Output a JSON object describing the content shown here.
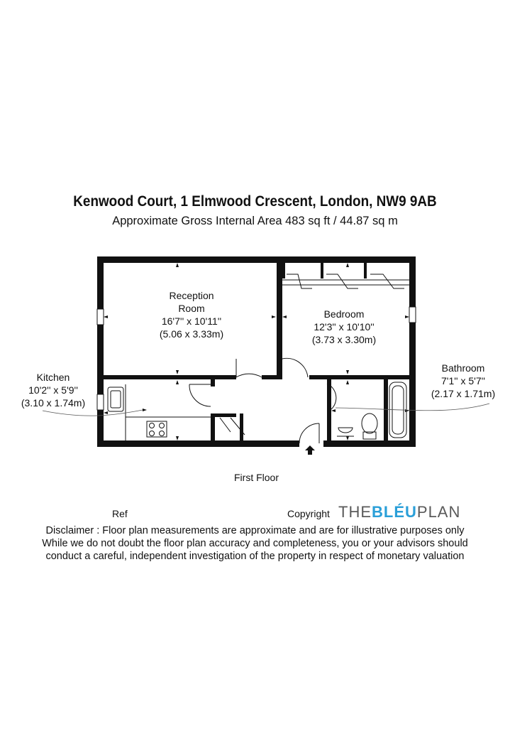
{
  "header": {
    "title": "Kenwood Court, 1 Elmwood Crescent, London, NW9 9AB",
    "subtitle": "Approximate Gross Internal Area 483 sq ft / 44.87 sq m"
  },
  "rooms": {
    "reception": {
      "line1": "Reception",
      "line2": "Room",
      "imperial": "16'7'' x 10'11''",
      "metric": "(5.06 x 3.33m)"
    },
    "bedroom": {
      "line1": "Bedroom",
      "imperial": "12'3'' x 10'10''",
      "metric": "(3.73 x 3.30m)"
    },
    "kitchen": {
      "line1": "Kitchen",
      "imperial": "10'2'' x 5'9''",
      "metric": "(3.10 x 1.74m)"
    },
    "bathroom": {
      "line1": "Bathroom",
      "imperial": "7'1'' x 5'7''",
      "metric": "(2.17 x 1.71m)"
    }
  },
  "floor_label": "First Floor",
  "footer": {
    "ref_label": "Ref",
    "copyright_label": "Copyright",
    "logo": {
      "part1": "THE",
      "part2": "BLÉU",
      "part3": "PLAN"
    },
    "disclaimer": [
      "Disclaimer : Floor plan measurements are approximate and are for illustrative purposes only",
      "While we do not doubt the floor plan accuracy and completeness, you or your advisors should",
      "conduct a careful, independent investigation of the property in respect of monetary valuation"
    ]
  },
  "colors": {
    "wall": "#111111",
    "logo_blue": "#2a9fd8",
    "logo_grey": "#5a5a5a"
  }
}
